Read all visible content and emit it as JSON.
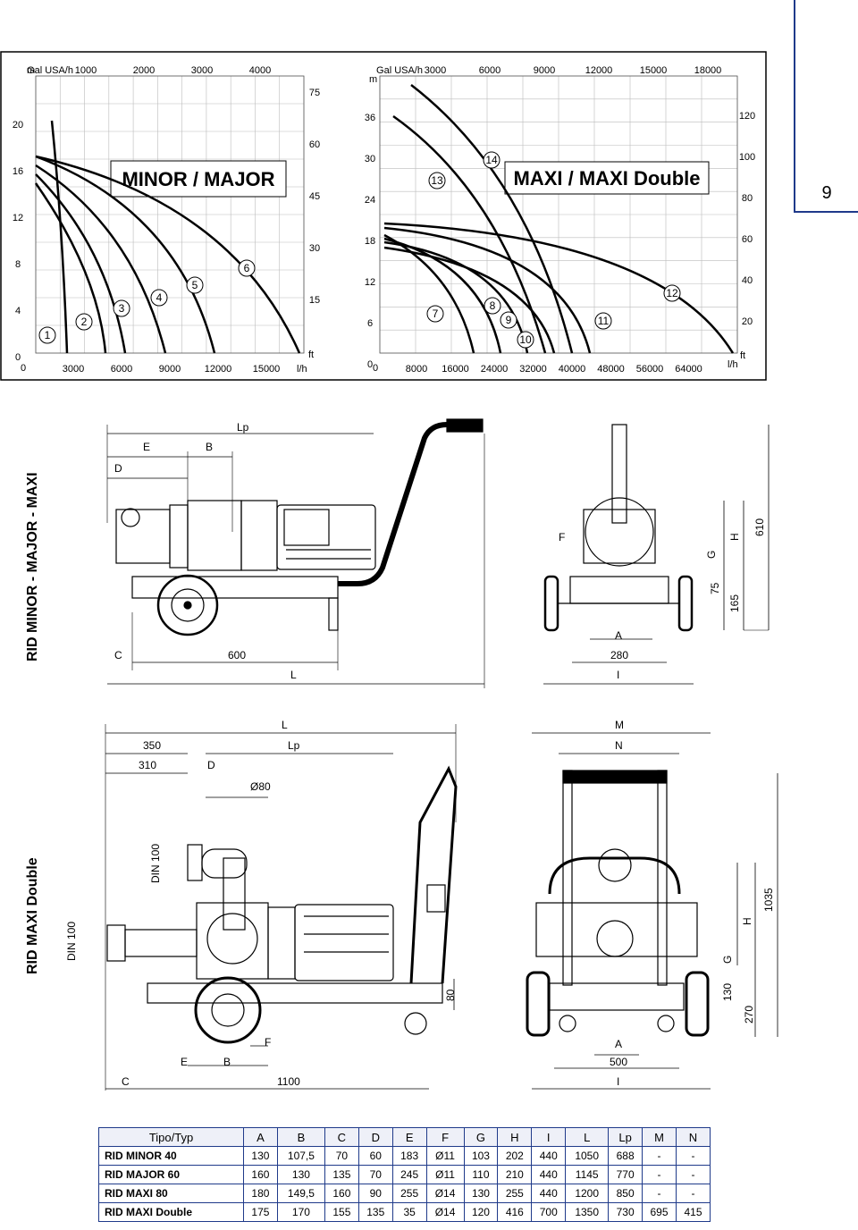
{
  "page_number": "9",
  "chart_left": {
    "title": "MINOR / MAJOR",
    "top_unit": "Gal USA/h",
    "top_ticks": [
      "1000",
      "2000",
      "3000",
      "4000"
    ],
    "left_unit": "m",
    "left_ticks": [
      "20",
      "16",
      "12",
      "8",
      "4",
      "0"
    ],
    "right_unit": "ft",
    "right_ticks": [
      "75",
      "60",
      "45",
      "30",
      "15"
    ],
    "bottom_unit": "l/h",
    "bottom_ticks": [
      "3000",
      "6000",
      "9000",
      "12000",
      "15000"
    ],
    "curves": [
      "1",
      "2",
      "3",
      "4",
      "5",
      "6"
    ]
  },
  "chart_right": {
    "title": "MAXI / MAXI Double",
    "top_unit": "Gal USA/h",
    "top_ticks": [
      "3000",
      "6000",
      "9000",
      "12000",
      "15000",
      "18000"
    ],
    "left_unit": "m",
    "left_ticks": [
      "36",
      "30",
      "24",
      "18",
      "12",
      "6",
      "0"
    ],
    "right_unit": "ft",
    "right_ticks": [
      "120",
      "100",
      "80",
      "60",
      "40",
      "20"
    ],
    "bottom_unit": "l/h",
    "bottom_ticks": [
      "8000",
      "16000",
      "24000",
      "32000",
      "40000",
      "48000",
      "56000",
      "64000"
    ],
    "curves": [
      "7",
      "8",
      "9",
      "10",
      "11",
      "12",
      "13",
      "14"
    ]
  },
  "section1": {
    "title": "RID MINOR - MAJOR - MAXI",
    "dims": {
      "lp": "Lp",
      "e": "E",
      "b": "B",
      "d": "D",
      "c": "C",
      "d600": "600",
      "l": "L",
      "f": "F",
      "a": "A",
      "d280": "280",
      "i": "I",
      "g": "G",
      "h": "H",
      "d75": "75",
      "d165": "165",
      "d610": "610"
    }
  },
  "section2": {
    "title": "RID MAXI Double",
    "dims": {
      "l": "L",
      "d350": "350",
      "lp": "Lp",
      "d310": "310",
      "d": "D",
      "d80": "Ø80",
      "din1": "DIN 100",
      "din2": "DIN 100",
      "d80v": "80",
      "f": "F",
      "e": "E",
      "b": "B",
      "c": "C",
      "d1100": "1100",
      "m": "M",
      "n": "N",
      "h": "H",
      "g": "G",
      "d1035": "1035",
      "d130": "130",
      "d270": "270",
      "a": "A",
      "d500": "500",
      "i": "I"
    }
  },
  "table": {
    "headers": [
      "Tipo/Typ",
      "A",
      "B",
      "C",
      "D",
      "E",
      "F",
      "G",
      "H",
      "I",
      "L",
      "Lp",
      "M",
      "N"
    ],
    "rows": [
      [
        "RID MINOR 40",
        "130",
        "107,5",
        "70",
        "60",
        "183",
        "Ø11",
        "103",
        "202",
        "440",
        "1050",
        "688",
        "-",
        "-"
      ],
      [
        "RID MAJOR 60",
        "160",
        "130",
        "135",
        "70",
        "245",
        "Ø11",
        "110",
        "210",
        "440",
        "1145",
        "770",
        "-",
        "-"
      ],
      [
        "RID MAXI 80",
        "180",
        "149,5",
        "160",
        "90",
        "255",
        "Ø14",
        "130",
        "255",
        "440",
        "1200",
        "850",
        "-",
        "-"
      ],
      [
        "RID MAXI Double",
        "175",
        "170",
        "155",
        "135",
        "35",
        "Ø14",
        "120",
        "416",
        "700",
        "1350",
        "730",
        "695",
        "415"
      ]
    ]
  }
}
